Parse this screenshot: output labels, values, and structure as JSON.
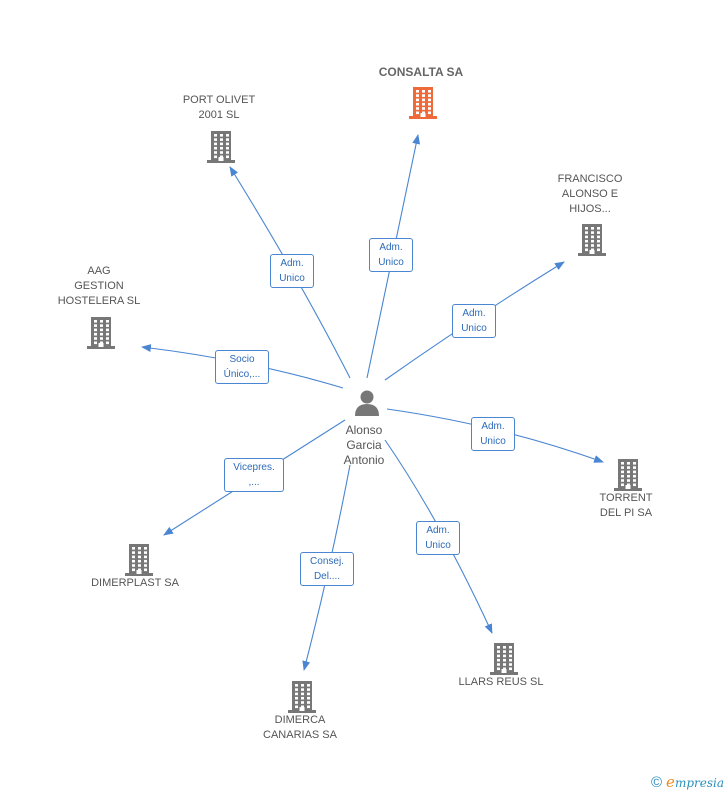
{
  "center": {
    "name_lines": [
      "Alonso",
      "Garcia",
      "Antonio"
    ],
    "icon": "person-icon"
  },
  "nodes": [
    {
      "id": "consalta",
      "lines": [
        "CONSALTA SA"
      ],
      "highlight": true,
      "icon": "building-icon",
      "icon_color": "#ef6a3a"
    },
    {
      "id": "port-olivet",
      "lines": [
        "PORT OLIVET",
        "2001 SL"
      ],
      "highlight": false,
      "icon": "building-icon",
      "icon_color": "#777777"
    },
    {
      "id": "francisco",
      "lines": [
        "FRANCISCO",
        "ALONSO E",
        "HIJOS..."
      ],
      "highlight": false,
      "icon": "building-icon",
      "icon_color": "#777777"
    },
    {
      "id": "aag",
      "lines": [
        "AAG",
        "GESTION",
        "HOSTELERA  SL"
      ],
      "highlight": false,
      "icon": "building-icon",
      "icon_color": "#777777"
    },
    {
      "id": "torrent",
      "lines": [
        "TORRENT",
        "DEL PI SA"
      ],
      "highlight": false,
      "icon": "building-icon",
      "icon_color": "#777777"
    },
    {
      "id": "dimerplast",
      "lines": [
        "DIMERPLAST SA"
      ],
      "highlight": false,
      "icon": "building-icon",
      "icon_color": "#777777"
    },
    {
      "id": "llars",
      "lines": [
        "LLARS REUS SL"
      ],
      "highlight": false,
      "icon": "building-icon",
      "icon_color": "#777777"
    },
    {
      "id": "dimerca",
      "lines": [
        "DIMERCA",
        "CANARIAS SA"
      ],
      "highlight": false,
      "icon": "building-icon",
      "icon_color": "#777777"
    }
  ],
  "relations": [
    {
      "target": "consalta",
      "lines": [
        "Adm.",
        "Unico"
      ]
    },
    {
      "target": "port-olivet",
      "lines": [
        "Adm.",
        "Unico"
      ]
    },
    {
      "target": "francisco",
      "lines": [
        "Adm.",
        "Unico"
      ]
    },
    {
      "target": "aag",
      "lines": [
        "Socio",
        "Único,..."
      ]
    },
    {
      "target": "torrent",
      "lines": [
        "Adm.",
        "Unico"
      ]
    },
    {
      "target": "dimerplast",
      "lines": [
        "Vicepres.",
        ",..."
      ]
    },
    {
      "target": "llars",
      "lines": [
        "Adm.",
        "Unico"
      ]
    },
    {
      "target": "dimerca",
      "lines": [
        "Consej.",
        "Del...."
      ]
    }
  ],
  "colors": {
    "edge": "#4a86d1",
    "building": "#777777",
    "highlight_building": "#ef6a3a",
    "person": "#777777"
  },
  "footer": {
    "copyright": "©",
    "brand_first": "e",
    "brand_rest": "mpresia"
  }
}
